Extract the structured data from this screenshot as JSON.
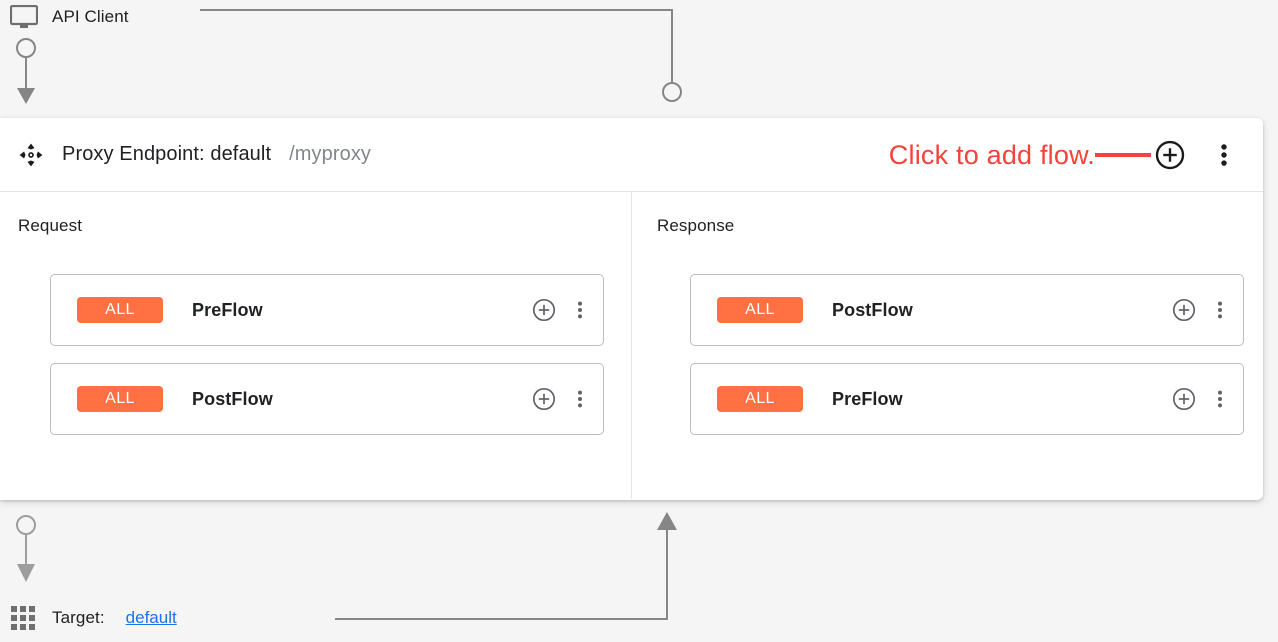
{
  "client": {
    "icon": "monitor-icon",
    "label": "API Client"
  },
  "endpoint": {
    "drag_icon": "move-icon",
    "title": "Proxy Endpoint: default",
    "path": "/myproxy",
    "annotation": "Click to add flow.",
    "annotation_color": "#f4433a",
    "add_flow_icon": "plus-circle-icon",
    "more_icon": "kebab-menu-icon"
  },
  "columns": [
    {
      "title": "Request",
      "direction": "down",
      "flows": [
        {
          "badge": "ALL",
          "name": "PreFlow",
          "add_icon": "plus-circle-icon",
          "more_icon": "kebab-menu-icon"
        },
        {
          "badge": "ALL",
          "name": "PostFlow",
          "add_icon": "plus-circle-icon",
          "more_icon": "kebab-menu-icon"
        }
      ]
    },
    {
      "title": "Response",
      "direction": "up",
      "flows": [
        {
          "badge": "ALL",
          "name": "PostFlow",
          "add_icon": "plus-circle-icon",
          "more_icon": "kebab-menu-icon"
        },
        {
          "badge": "ALL",
          "name": "PreFlow",
          "add_icon": "plus-circle-icon",
          "more_icon": "kebab-menu-icon"
        }
      ]
    }
  ],
  "target": {
    "icon": "grid-icon",
    "label": "Target:",
    "name": "default"
  },
  "colors": {
    "badge": "#ff7043",
    "annotation": "#f4433a",
    "link": "#1a73e8",
    "wire": "#868686",
    "panel": "#ffffff",
    "background": "#f5f5f5"
  }
}
